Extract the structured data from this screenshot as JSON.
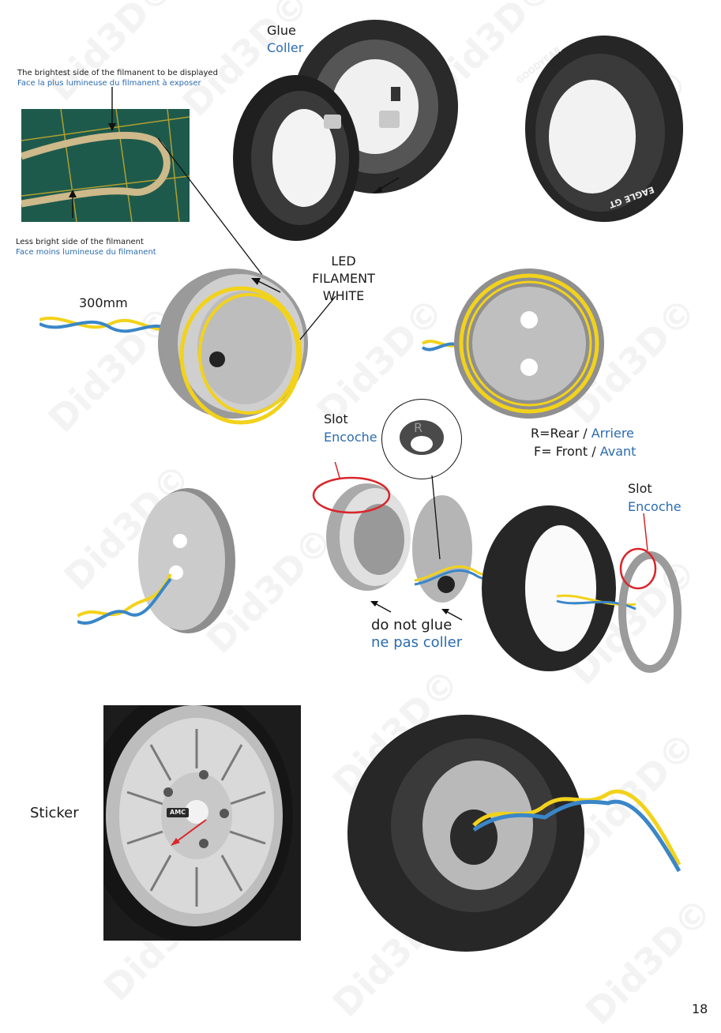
{
  "labels": {
    "glue": "Glue",
    "coller": "Coller",
    "brightest_en": "The brightest side of the filmanent to be displayed",
    "brightest_fr": "Face la plus lumineuse du filmanent à exposer",
    "less_bright_en": "Less bright side of the filmanent",
    "less_bright_fr": "Face moins lumineuse du filmanent",
    "wire_length": "300mm",
    "led_line1": "LED",
    "led_line2": "FILAMENT",
    "led_line3": "WHITE",
    "slot_left_en": "Slot",
    "slot_left_fr": "Encoche",
    "insert_letter": "R",
    "rear_prefix": "R=Rear / ",
    "rear_fr": "Arriere",
    "front_prefix": "F= Front / ",
    "front_fr": "Avant",
    "slot_right_en": "Slot",
    "slot_right_fr": "Encoche",
    "no_glue_en": "do not glue",
    "no_glue_fr": "ne pas coller",
    "sticker": "Sticker",
    "tire_brand": "GOODYEAR",
    "tire_model": "EAGLE GT",
    "hub_logo": "AMC",
    "page_number": "18"
  },
  "colors": {
    "english_text": "#1a1a1a",
    "french_text": "#2b6cb0",
    "wire_yellow": "#f2d21b",
    "wire_blue": "#3a86c8",
    "highlight_red": "#d8262b",
    "tire": "#2a2a2a",
    "rim": "#a9a9a9"
  },
  "watermark": "Did3D©"
}
